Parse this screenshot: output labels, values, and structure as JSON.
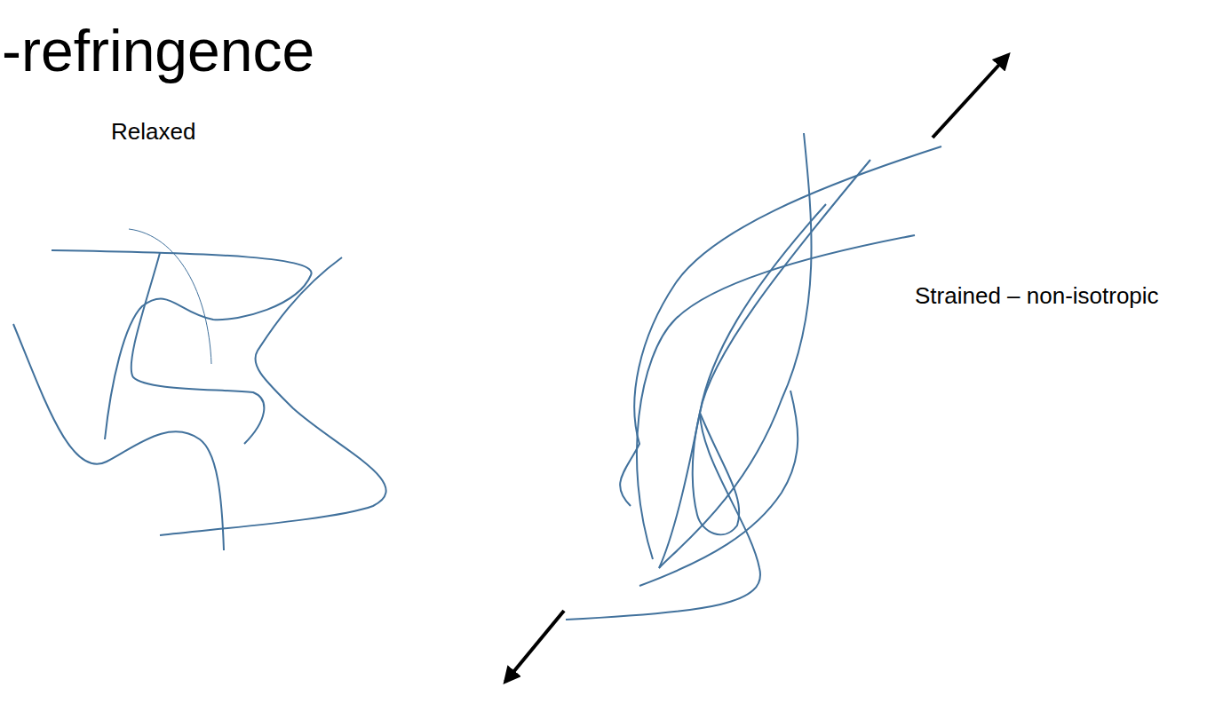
{
  "diagram": {
    "title": "-refringence",
    "labels": [
      "Relaxed",
      "Strained – non-isotropic"
    ]
  }
}
